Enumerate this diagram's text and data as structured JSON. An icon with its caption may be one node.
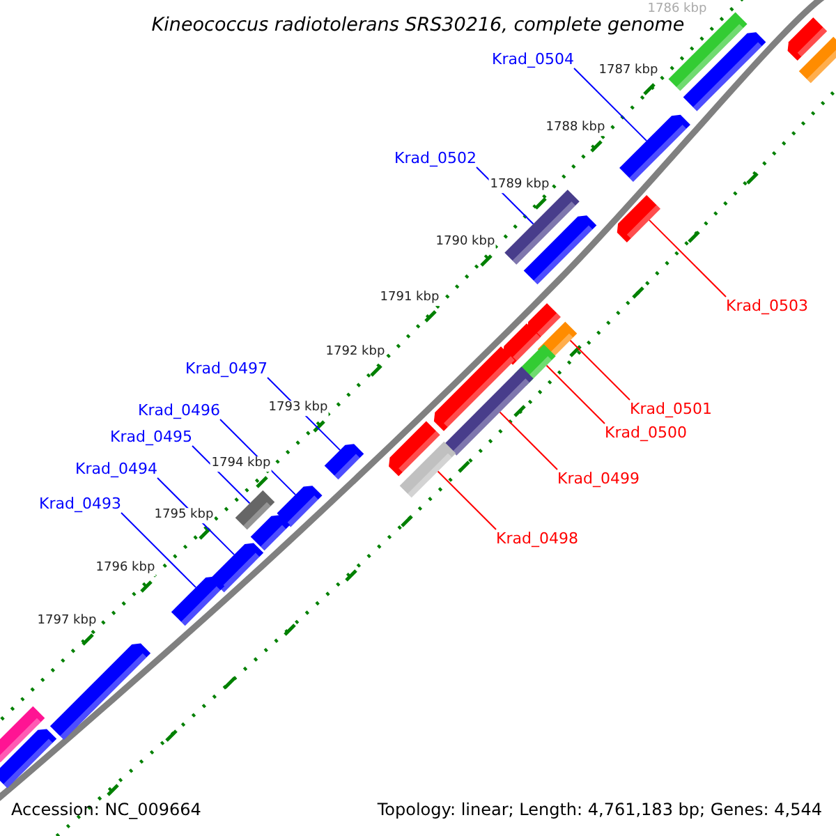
{
  "diagram": {
    "title": "Kineococcus radiotolerans SRS30216, complete genome",
    "nodes": [
      {
        "text": [
          "Krad_0504"
        ]
      },
      {
        "text": [
          "Krad_0502"
        ]
      },
      {
        "text": [
          "Krad_0503"
        ]
      },
      {
        "text": [
          "Krad_0497"
        ]
      },
      {
        "text": [
          "Krad_0501"
        ]
      },
      {
        "text": [
          "Krad_0500"
        ]
      },
      {
        "text": [
          "Krad_0496"
        ]
      },
      {
        "text": [
          "Krad_0495"
        ]
      },
      {
        "text": [
          "Krad_0499"
        ]
      },
      {
        "text": [
          "Krad_0494"
        ]
      },
      {
        "text": [
          "Krad_0493"
        ]
      },
      {
        "text": [
          "Krad_0498"
        ]
      },
      {
        "text": [],
        "shape": "pentagon"
      },
      {
        "text": [],
        "shape": "bar"
      },
      {
        "text": [],
        "shape": "bar"
      },
      {
        "text": [],
        "shape": "pentagon"
      },
      {
        "text": [],
        "shape": "pentagon"
      },
      {
        "text": [],
        "shape": "pentagon"
      },
      {
        "text": [],
        "shape": "bar"
      },
      {
        "text": [],
        "shape": "pentagon"
      },
      {
        "text": [],
        "shape": "pentagon"
      },
      {
        "text": [],
        "shape": "bar"
      },
      {
        "text": [],
        "shape": "pentagon"
      },
      {
        "text": [],
        "shape": "bar"
      },
      {
        "text": [],
        "shape": "pentagon"
      },
      {
        "text": [],
        "shape": "bar"
      },
      {
        "text": [],
        "shape": "pentagon"
      },
      {
        "text": [],
        "shape": "pentagon"
      },
      {
        "text": [],
        "shape": "bar"
      },
      {
        "text": [],
        "shape": "pentagon"
      },
      {
        "text": [],
        "shape": "bar"
      },
      {
        "text": [],
        "shape": "pentagon"
      },
      {
        "text": [],
        "shape": "pentagon"
      },
      {
        "text": [],
        "shape": "pentagon"
      },
      {
        "text": [],
        "shape": "pentagon"
      },
      {
        "text": [],
        "shape": "bar"
      },
      {
        "text": [],
        "shape": "pentagon"
      }
    ],
    "edges": [
      {
        "from": 0,
        "to": 16,
        "arrow": "none"
      },
      {
        "from": 1,
        "to": 18,
        "arrow": "none"
      },
      {
        "from": 2,
        "to": 17,
        "arrow": "none",
        "color": "#ff0000"
      },
      {
        "from": 3,
        "to": 27,
        "arrow": "none"
      },
      {
        "from": 4,
        "to": 21,
        "arrow": "none",
        "color": "#ff0000"
      },
      {
        "from": 5,
        "to": 23,
        "arrow": "none",
        "color": "#ff0000"
      },
      {
        "from": 6,
        "to": 29,
        "arrow": "none"
      },
      {
        "from": 7,
        "to": 30,
        "arrow": "none"
      },
      {
        "from": 8,
        "to": 25,
        "arrow": "none",
        "color": "#ff0000"
      },
      {
        "from": 9,
        "to": 32,
        "arrow": "none"
      },
      {
        "from": 10,
        "to": 33,
        "arrow": "none"
      },
      {
        "from": 11,
        "to": 28,
        "arrow": "none",
        "color": "#ff0000"
      }
    ],
    "labels": [
      "1786 kbp",
      "1787 kbp",
      "1788 kbp",
      "1789 kbp",
      "1790 kbp",
      "1791 kbp",
      "1792 kbp",
      "1793 kbp",
      "1794 kbp",
      "1795 kbp",
      "1796 kbp",
      "1797 kbp",
      "Accession: NC_009664",
      "Topology: linear; Length: 4,761,183 bp; Genes: 4,544"
    ]
  }
}
